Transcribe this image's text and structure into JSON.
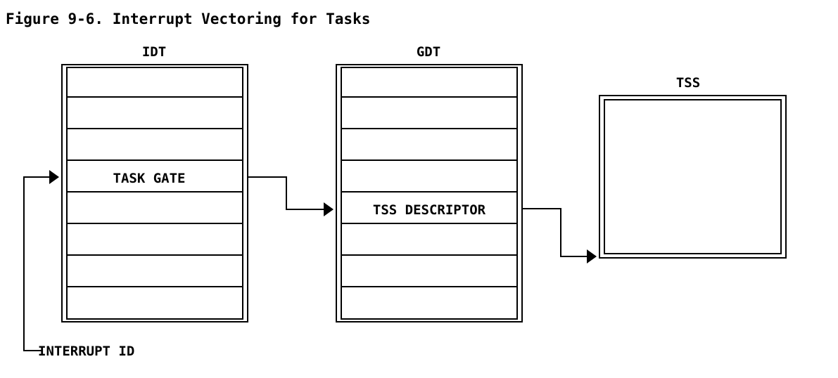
{
  "figure": {
    "title": "Figure 9-6.  Interrupt Vectoring for Tasks"
  },
  "idt": {
    "label": "IDT",
    "rows": 8,
    "gate_row": 3,
    "entry_label": "TASK GATE"
  },
  "gdt": {
    "label": "GDT",
    "rows": 8,
    "descriptor_row": 4,
    "entry_label": "TSS DESCRIPTOR"
  },
  "tss": {
    "label": "TSS"
  },
  "input": {
    "label": "INTERRUPT ID"
  },
  "colors": {
    "line": "#000000",
    "background": "#ffffff"
  }
}
